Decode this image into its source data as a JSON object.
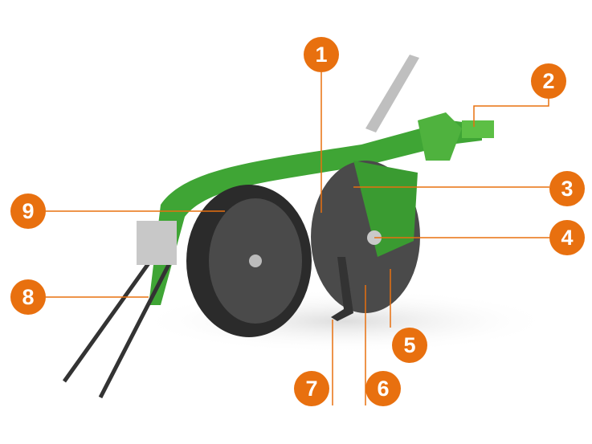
{
  "accent_color": "#e8700f",
  "callouts": [
    {
      "label": "1"
    },
    {
      "label": "2"
    },
    {
      "label": "3"
    },
    {
      "label": "4"
    },
    {
      "label": "5"
    },
    {
      "label": "6"
    },
    {
      "label": "7"
    },
    {
      "label": "8"
    },
    {
      "label": "9"
    }
  ]
}
